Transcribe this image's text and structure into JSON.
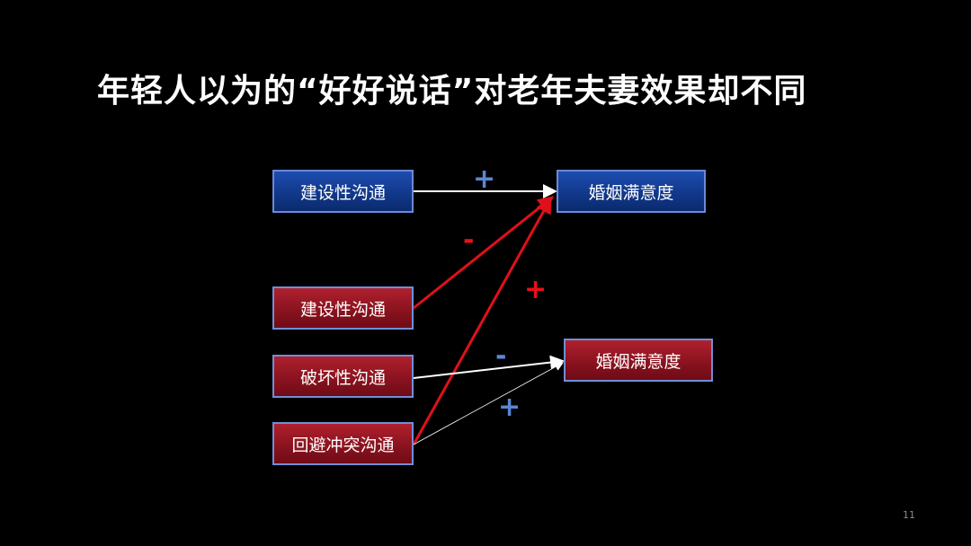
{
  "title": "年轻人以为的“好好说话”对老年夫妻效果却不同",
  "boxes": {
    "young_constructive": "建设性沟通",
    "young_satisfaction": "婚姻满意度",
    "old_constructive": "建设性沟通",
    "old_destructive": "破坏性沟通",
    "old_avoidance": "回避冲突沟通",
    "old_satisfaction": "婚姻满意度"
  },
  "signs": {
    "young_constructive": "+",
    "old_constructive": "-",
    "old_avoidance_red": "+",
    "old_destructive": "-",
    "old_avoidance_white": "+"
  },
  "colors": {
    "blue_box": "#1e4db0",
    "red_box": "#b0202e",
    "red_arrow": "#e0101a",
    "blue_sign": "#5b86d4",
    "red_sign": "#e8101a"
  },
  "page_number": "11"
}
